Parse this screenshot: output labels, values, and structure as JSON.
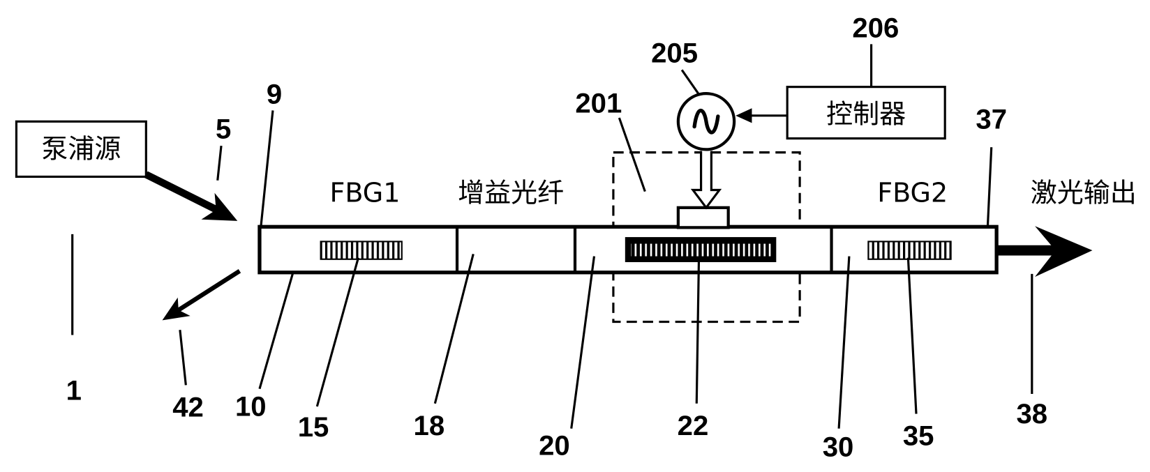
{
  "labels": {
    "pump_source": "泵浦源",
    "controller": "控制器",
    "fbg1": "FBG1",
    "gain_fiber": "增益光纤",
    "fbg2": "FBG2",
    "laser_output": "激光输出"
  },
  "reference_numerals": {
    "r1": "1",
    "r5": "5",
    "r9": "9",
    "r10": "10",
    "r15": "15",
    "r18": "18",
    "r20": "20",
    "r22": "22",
    "r30": "30",
    "r35": "35",
    "r37": "37",
    "r38": "38",
    "r42": "42",
    "r201": "201",
    "r205": "205",
    "r206": "206"
  },
  "icons": {
    "modulation_source": "ac-source-icon",
    "pump_arrow": "arrow-icon",
    "output_arrow": "arrow-icon"
  },
  "colors": {
    "stroke": "#000000",
    "background": "#ffffff"
  }
}
